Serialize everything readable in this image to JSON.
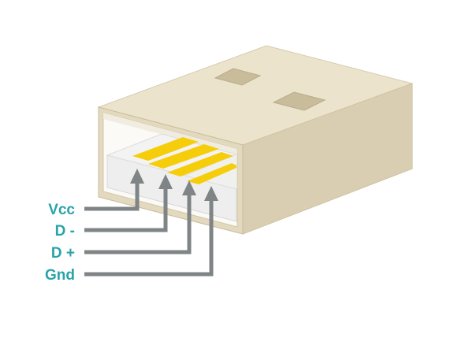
{
  "pins": [
    {
      "label": "Vcc"
    },
    {
      "label": "D -"
    },
    {
      "label": "D +"
    },
    {
      "label": "Gnd"
    }
  ],
  "colors": {
    "label": "#2aa3a9",
    "arrow": "#7f8486",
    "housing_top": "#ece3cc",
    "housing_front": "#d9ceb1",
    "housing_side": "#e3d9bf",
    "housing_edge": "#c8bc9c",
    "opening_inner": "#fbfaf6",
    "plastic_block": "#eeeeee",
    "plastic_block_side": "#dcdcdc",
    "contact": "#f6cd0a"
  }
}
